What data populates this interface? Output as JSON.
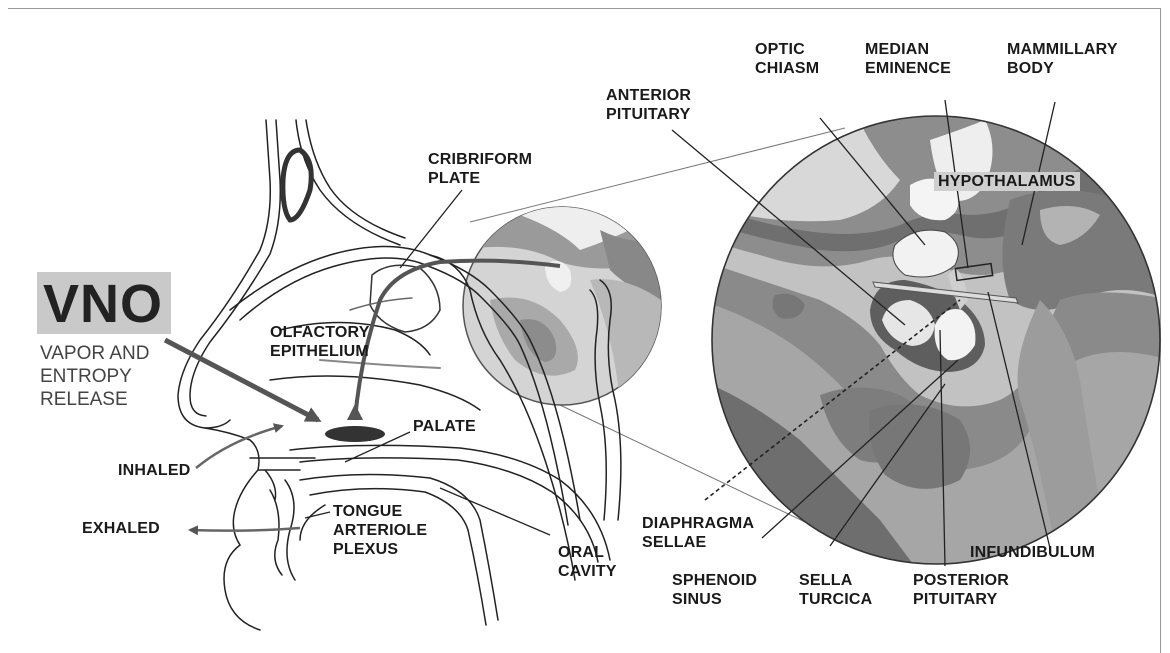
{
  "diagram": {
    "main_label": "VNO",
    "subtitle": "VAPOR AND\nENTROPY\nRELEASE",
    "labels": {
      "cribriform_plate": "CRIBRIFORM\nPLATE",
      "olfactory_epithelium": "OLFACTORY\nEPITHELIUM",
      "palate": "PALATE",
      "inhaled": "INHALED",
      "exhaled": "EXHALED",
      "tongue_arteriole_plexus": "TONGUE\nARTERIOLE\nPLEXUS",
      "oral_cavity": "ORAL\nCAVITY",
      "anterior_pituitary": "ANTERIOR\nPITUITARY",
      "optic_chiasm": "OPTIC\nCHIASM",
      "median_eminence": "MEDIAN\nEMINENCE",
      "mammillary_body": "MAMMILLARY\nBODY",
      "hypothalamus": "HYPOTHALAMUS",
      "diaphragma_sellae": "DIAPHRAGMA\nSELLAE",
      "sphenoid_sinus": "SPHENOID\nSINUS",
      "sella_turcica": "SELLA\nTURCICA",
      "posterior_pituitary": "POSTERIOR\nPITUITARY",
      "infundibulum": "INFUNDIBULUM"
    }
  }
}
